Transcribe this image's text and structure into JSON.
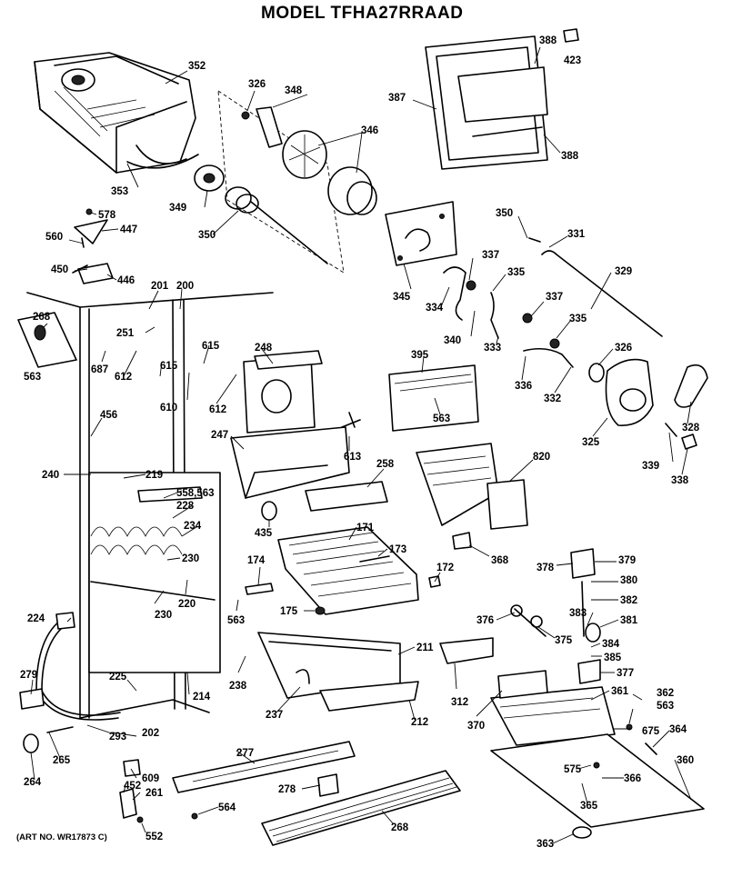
{
  "title": "MODEL TFHA27RRAAD",
  "art_number": "(ART NO. WR17873 C)",
  "callouts": [
    "352",
    "326",
    "348",
    "346",
    "387",
    "388",
    "423",
    "388",
    "353",
    "349",
    "350",
    "578",
    "447",
    "560",
    "450",
    "446",
    "350",
    "331",
    "345",
    "337",
    "335",
    "329",
    "201",
    "200",
    "268",
    "251",
    "687",
    "612",
    "615",
    "615",
    "610",
    "563",
    "248",
    "612",
    "334",
    "340",
    "333",
    "337",
    "335",
    "336",
    "332",
    "326",
    "325",
    "328",
    "339",
    "338",
    "395",
    "563",
    "456",
    "247",
    "613",
    "258",
    "820",
    "240",
    "219",
    "558,563",
    "228",
    "234",
    "230",
    "220",
    "435",
    "171",
    "173",
    "368",
    "174",
    "172",
    "378",
    "379",
    "380",
    "382",
    "381",
    "383",
    "376",
    "375",
    "384",
    "385",
    "377",
    "230",
    "175",
    "563",
    "224",
    "211",
    "279",
    "225",
    "238",
    "214",
    "312",
    "361",
    "362",
    "563",
    "675",
    "364",
    "237",
    "212",
    "370",
    "202",
    "293",
    "265",
    "277",
    "609",
    "360",
    "264",
    "452",
    "261",
    "278",
    "575",
    "366",
    "365",
    "564",
    "552",
    "268",
    "363"
  ]
}
